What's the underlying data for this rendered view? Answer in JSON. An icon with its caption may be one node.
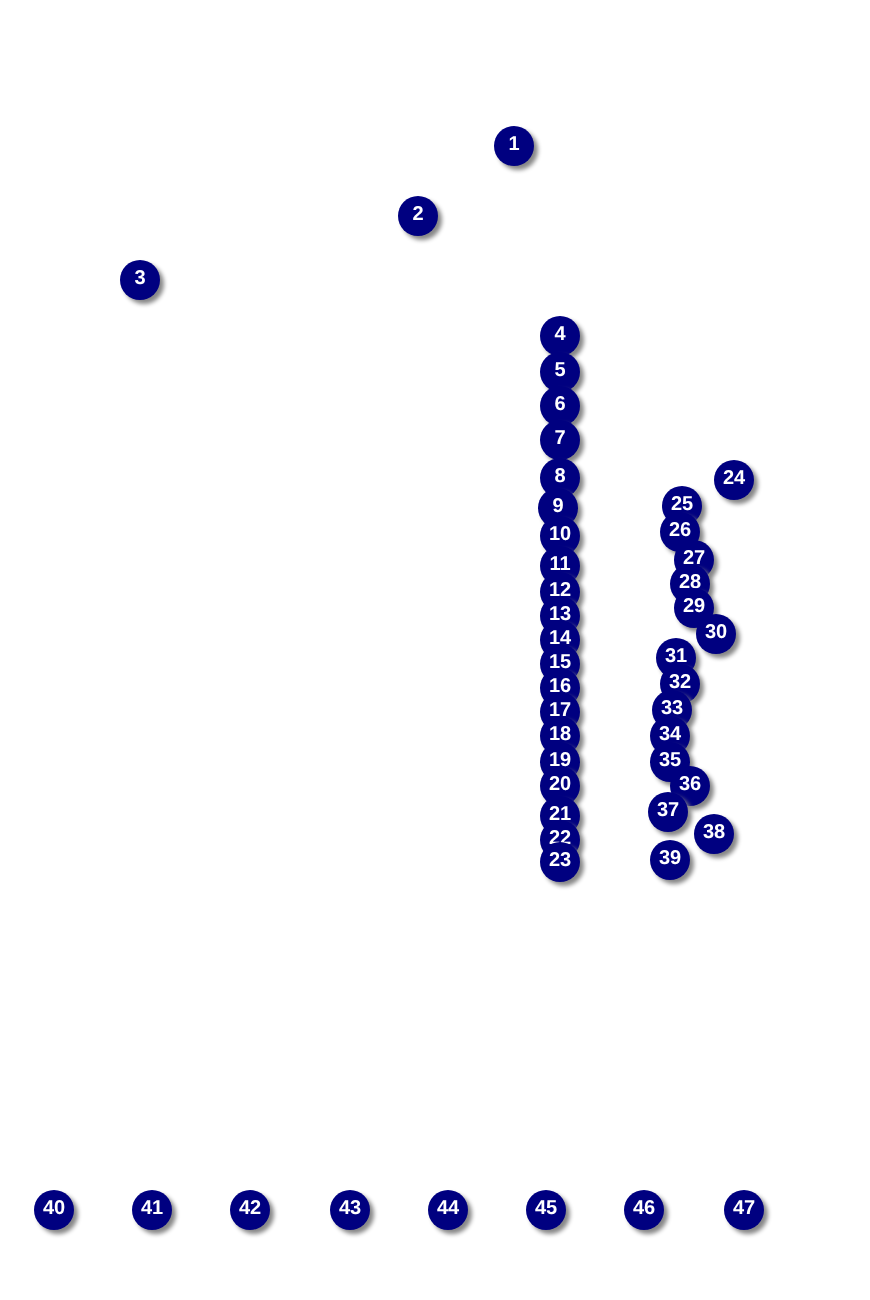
{
  "diagram": {
    "labels": [
      "1",
      "2",
      "3",
      "4",
      "5",
      "6",
      "7",
      "8",
      "9",
      "10",
      "11",
      "12",
      "13",
      "14",
      "15",
      "16",
      "17",
      "18",
      "19",
      "20",
      "21",
      "22",
      "23",
      "24",
      "25",
      "26",
      "27",
      "28",
      "29",
      "30",
      "31",
      "32",
      "33",
      "34",
      "35",
      "36",
      "37",
      "38",
      "39",
      "40",
      "41",
      "42",
      "43",
      "44",
      "45",
      "46",
      "47"
    ]
  }
}
